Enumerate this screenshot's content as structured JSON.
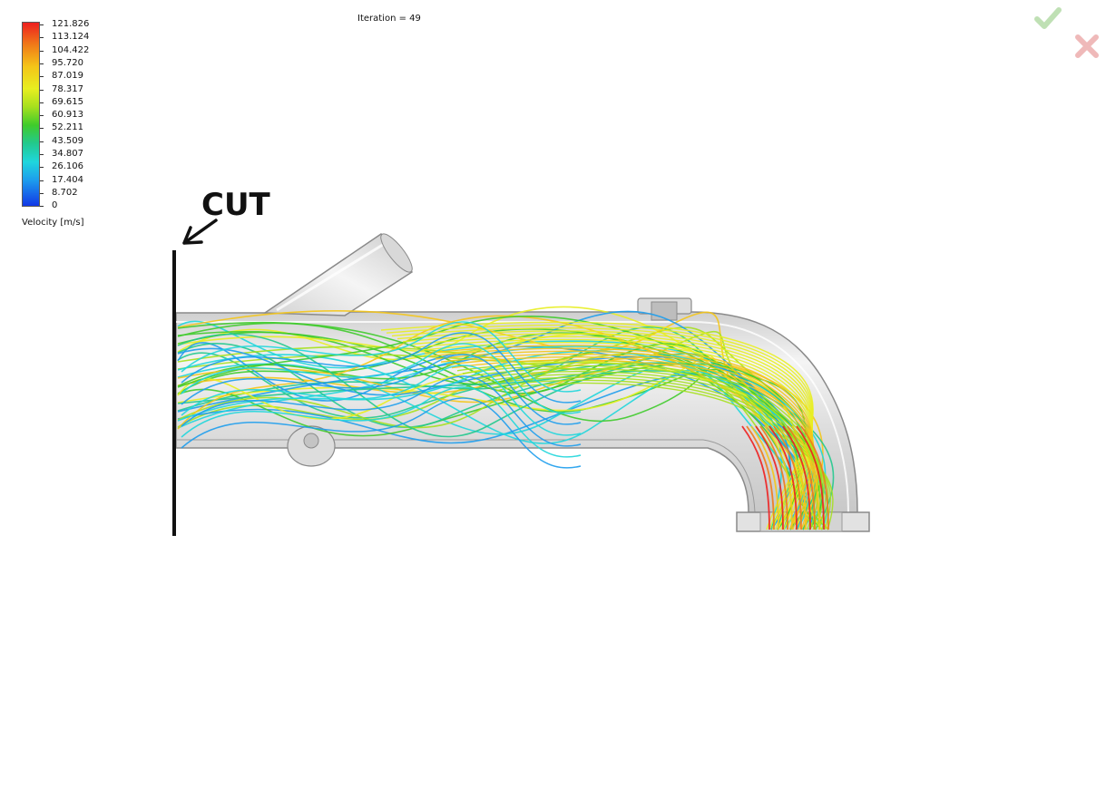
{
  "legend": {
    "title": "Velocity [m/s]",
    "ticks": [
      "121.826",
      "113.124",
      "104.422",
      "95.720",
      "87.019",
      "78.317",
      "69.615",
      "60.913",
      "52.211",
      "43.509",
      "34.807",
      "26.106",
      "17.404",
      "8.702",
      "0"
    ],
    "colors": {
      "max": "#ee1f1f",
      "high": "#f4c518",
      "mid": "#3fcb2b",
      "low": "#1fd6dc",
      "min": "#1238e6"
    }
  },
  "iteration": {
    "text": "Iteration = 49"
  },
  "annotation": {
    "cut_label": "CUT"
  },
  "buttons": {
    "ok": {
      "icon": "checkmark-icon",
      "color": "#bfe0b4"
    },
    "cancel": {
      "icon": "close-icon",
      "color": "#efb9b9"
    }
  }
}
